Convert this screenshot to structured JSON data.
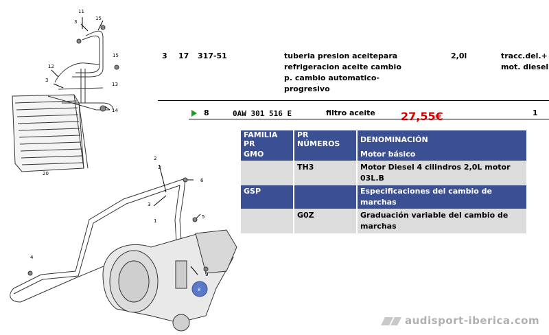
{
  "header_row": {
    "pos": "3",
    "qty": "17",
    "code": "317-51",
    "desc_lines": [
      "tuberia presion aceitepara",
      "refrigeracion aceite cambio",
      "p. cambio automatico-",
      "progresivo"
    ],
    "engine": "2,0l",
    "note_lines": [
      "tracc.del.+",
      "mot. diesel"
    ]
  },
  "part_row": {
    "num": "8",
    "part_number": "0AW 301 516 E",
    "name": "filtro aceite",
    "price": "27,55€",
    "qty": "1"
  },
  "spec_table": {
    "headers": [
      "FAMILIA PR",
      "PR NÚMEROS",
      "DENOMINACIÓN"
    ],
    "group1": {
      "family": "GMO",
      "denomination": "Motor básico"
    },
    "item1": {
      "pr": "TH3",
      "line1": "Motor Diesel 4 cilindros 2,0L motor",
      "line2": "03L.B"
    },
    "group2": {
      "family": "GSP",
      "denomination": "Especificaciones del cambio de marchas"
    },
    "item2": {
      "pr": "G0Z",
      "line1": "Graduación variable del cambio de",
      "line2": "marchas"
    }
  },
  "diagram_labels": {
    "l11": "11",
    "l3a": "3",
    "l15a": "15",
    "l15b": "15",
    "l12": "12",
    "l3b": "3",
    "l13": "13",
    "l14": "14",
    "l20": "20",
    "l2": "2",
    "l3c": "3",
    "l6": "6",
    "l5": "5",
    "l1": "1",
    "l3d": "3",
    "l4": "4",
    "l9": "9",
    "l8": "8"
  },
  "watermark": "audisport-iberica.com",
  "colors": {
    "table_header": "#3b4f93",
    "row_bg": "#dcdcdc",
    "price": "#d40000",
    "arrow": "#1a9d1a"
  }
}
